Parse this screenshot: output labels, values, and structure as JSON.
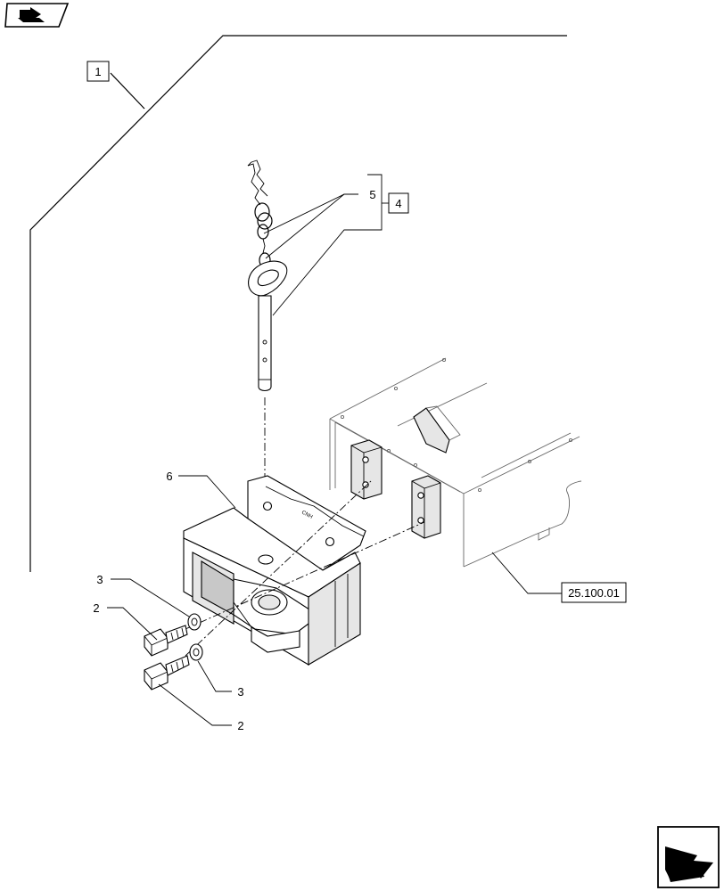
{
  "callouts": {
    "item_1": "1",
    "item_4": "4",
    "item_5": "5",
    "item_6": "6",
    "item_2_upper": "2",
    "item_3_upper": "3",
    "item_3_lower": "3",
    "item_2_lower": "2",
    "reference": "25.100.01"
  },
  "icons": {
    "top_left": "previous-page-icon",
    "bottom_right": "next-page-icon"
  }
}
